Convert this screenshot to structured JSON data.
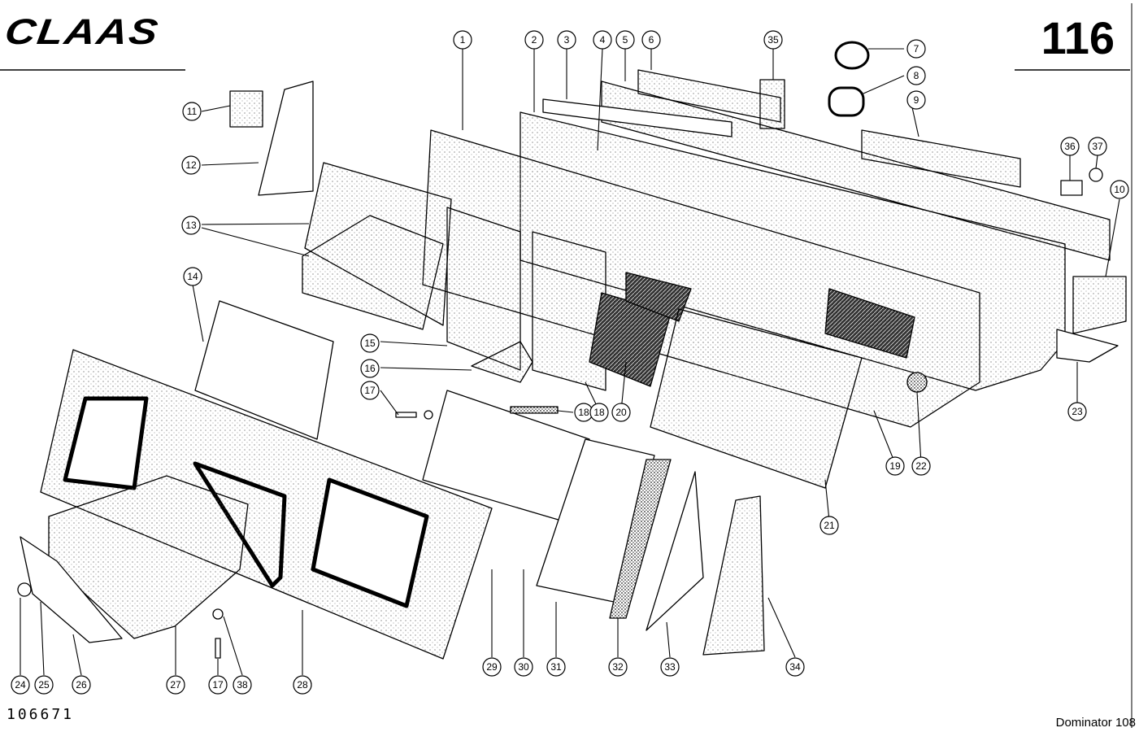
{
  "header": {
    "brand": "CLAAS",
    "page_number": "116"
  },
  "footer": {
    "document_number": "106671",
    "model": "Dominator 108"
  },
  "callouts": [
    "1",
    "2",
    "3",
    "4",
    "5",
    "6",
    "7",
    "8",
    "9",
    "10",
    "11",
    "12",
    "13",
    "14",
    "15",
    "16",
    "17",
    "18",
    "19",
    "20",
    "21",
    "22",
    "23",
    "24",
    "25",
    "26",
    "27",
    "28",
    "29",
    "30",
    "31",
    "32",
    "33",
    "34",
    "35",
    "36",
    "37",
    "38",
    "17",
    "18"
  ],
  "colors": {
    "ink": "#000000",
    "paper": "#ffffff",
    "stipple": "#555555"
  }
}
